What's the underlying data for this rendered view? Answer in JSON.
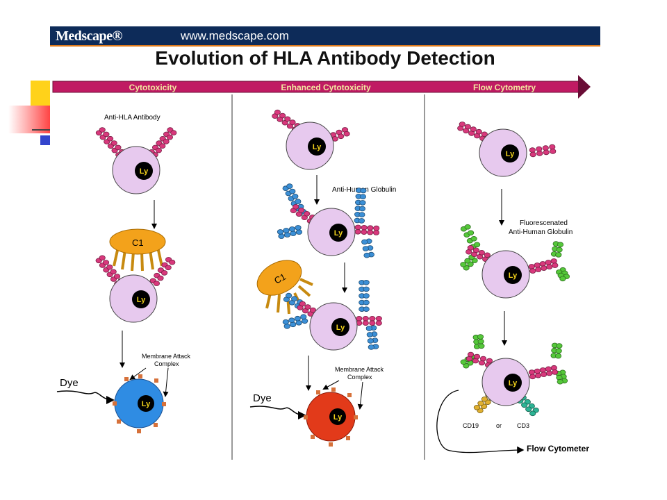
{
  "header": {
    "brand": "Medscape®",
    "url": "www.medscape.com"
  },
  "title": "Evolution of HLA Antibody Detection",
  "stages": [
    "Cytotoxicity",
    "Enhanced Cytotoxicity",
    "Flow Cytometry"
  ],
  "labels": {
    "cell": "Ly",
    "complement": "C1",
    "dye": "Dye",
    "anti_hla_antibody": "Anti-HLA Antibody",
    "anti_human_globulin": "Anti-Human Globulin",
    "mac_line1": "Membrane Attack",
    "mac_line2": "Complex",
    "fluor_line1": "Fluorescenated",
    "fluor_line2": "Anti-Human Globulin",
    "cd19": "CD19",
    "or": "or",
    "cd3": "CD3",
    "flow_cytometer": "Flow Cytometer"
  },
  "colors": {
    "header_bg": "#0d2b59",
    "timeline": "#c01a63",
    "cell": "#e7c9ee",
    "nucleus": "#000000",
    "nucleus_text": "#f2d21b",
    "antibody": "#d8387c",
    "ahg": "#3b8fd6",
    "fluor_ahg": "#55c83a",
    "complement": "#f3a21b",
    "lysed_blue": "#2f8ce3",
    "lysed_red": "#e23a1a",
    "cd19": "#e0b030",
    "cd3": "#2cb394"
  }
}
